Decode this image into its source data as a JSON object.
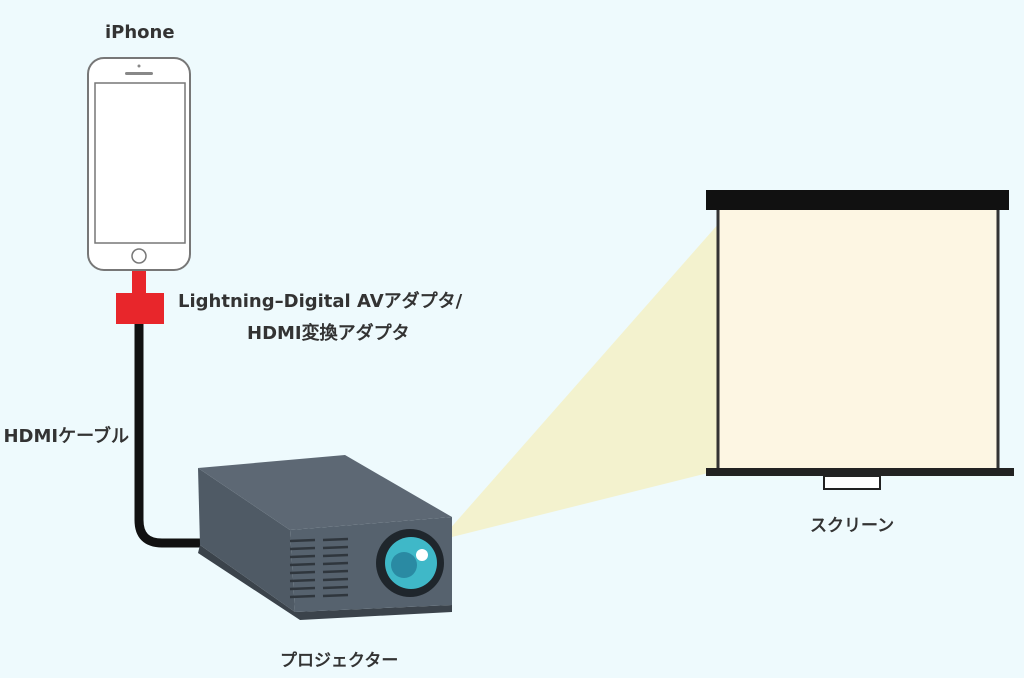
{
  "labels": {
    "iphone": "iPhone",
    "adapter_line1": "Lightning–Digital AVアダプタ/",
    "adapter_line2": "HDMI変換アダプタ",
    "cable": "HDMIケーブル",
    "projector": "プロジェクター",
    "screen": "スクリーン"
  },
  "colors": {
    "background": "#eefafd",
    "adapter": "#e8262b",
    "projector": "#56626e",
    "lens": "#3fb8c8",
    "beam": "#f3f1c9",
    "screen": "#fdf6e3"
  }
}
